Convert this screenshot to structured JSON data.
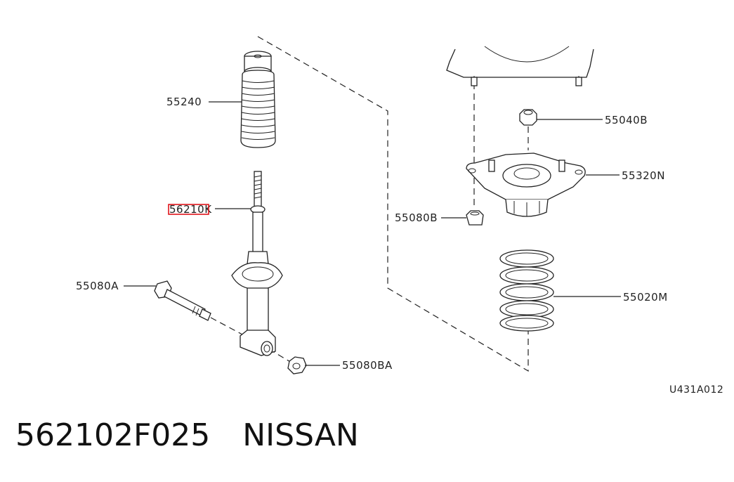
{
  "diagram": {
    "labels": {
      "bump_stop": "55240",
      "strut": "56210K",
      "bolt": "55080A",
      "nut_lower": "55080BA",
      "nut_upper": "55040B",
      "mount": "55320N",
      "nut_mount": "55080B",
      "spring": "55020M"
    },
    "reference_code": "U431A012",
    "highlight_color": "#e0161c"
  },
  "footer": {
    "part_number": "562102F025",
    "brand": "NISSAN"
  }
}
